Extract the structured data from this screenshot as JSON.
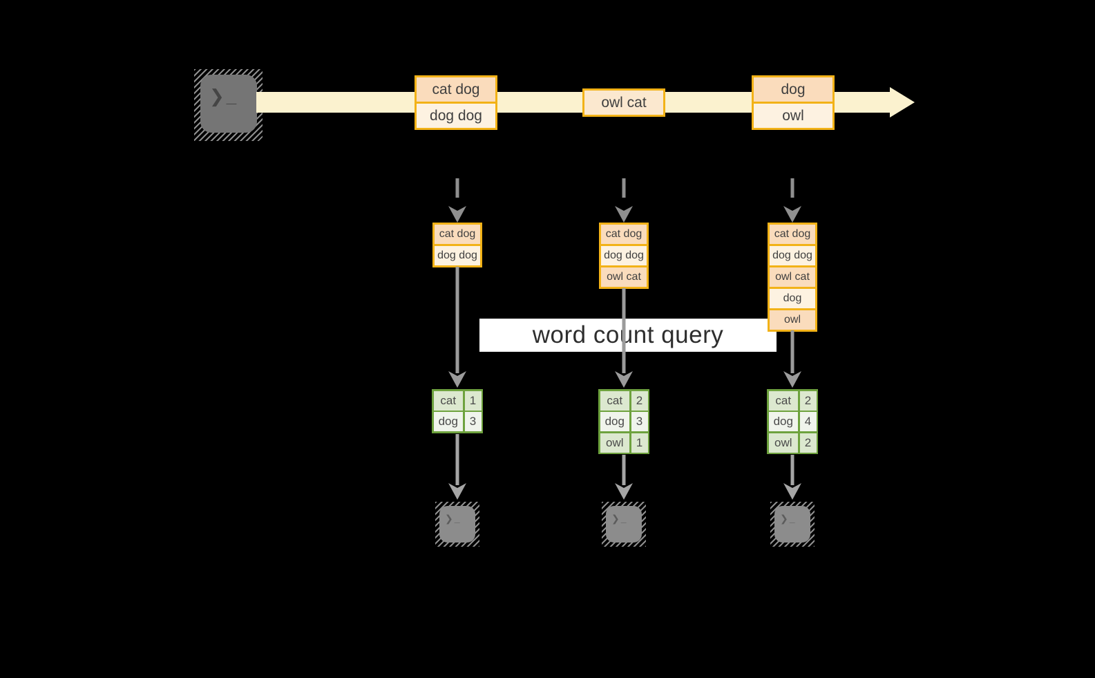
{
  "query_label": "word count query",
  "icons": {
    "terminal_prompt": "❯_"
  },
  "timeline": {
    "batches": [
      {
        "rows": [
          "cat dog",
          "dog dog"
        ]
      },
      {
        "rows": [
          "owl cat"
        ]
      },
      {
        "rows": [
          "dog",
          "owl"
        ]
      }
    ]
  },
  "columns": [
    {
      "state_rows": [
        "cat dog",
        "dog dog"
      ],
      "counts": [
        {
          "word": "cat",
          "count": "1"
        },
        {
          "word": "dog",
          "count": "3"
        }
      ]
    },
    {
      "state_rows": [
        "cat dog",
        "dog dog",
        "owl cat"
      ],
      "counts": [
        {
          "word": "cat",
          "count": "2"
        },
        {
          "word": "dog",
          "count": "3"
        },
        {
          "word": "owl",
          "count": "1"
        }
      ]
    },
    {
      "state_rows": [
        "cat dog",
        "dog dog",
        "owl cat",
        "dog",
        "owl"
      ],
      "counts": [
        {
          "word": "cat",
          "count": "2"
        },
        {
          "word": "dog",
          "count": "4"
        },
        {
          "word": "owl",
          "count": "2"
        }
      ]
    }
  ],
  "colors": {
    "background": "#000000",
    "stream_band": "#fbf2cf",
    "box_border_gold": "#f2b217",
    "box_fill_peach": "#fadcbc",
    "box_fill_cream": "#fdf2e1",
    "table_border_green": "#6ea23e",
    "table_fill_dark": "#dce8cf",
    "table_fill_light": "#f0f4ec",
    "arrow_gray": "#9b9b9b"
  }
}
